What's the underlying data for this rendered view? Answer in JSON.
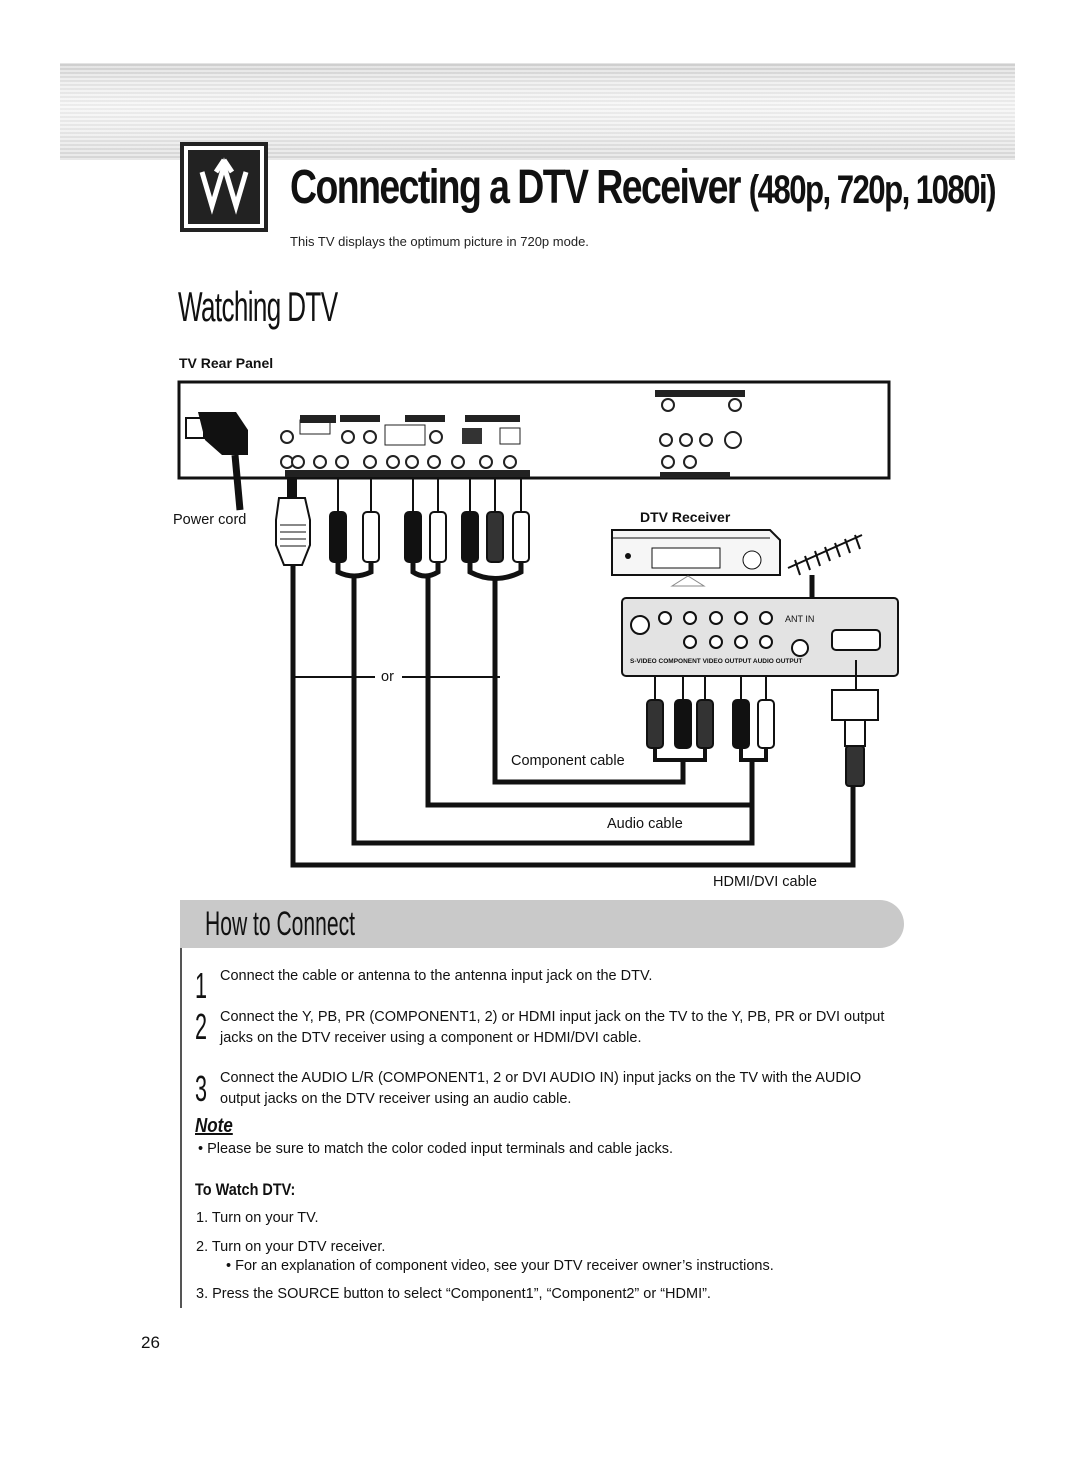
{
  "header": {
    "title": "Connecting a DTV Receiver",
    "title_paren": "(480p, 720p, 1080i)",
    "subtitle": "This TV displays the optimum picture in 720p mode."
  },
  "section": {
    "title": "Watching DTV"
  },
  "diagram": {
    "rear_panel_label": "TV Rear Panel",
    "power_cord_label": "Power cord",
    "dtv_receiver_label": "DTV Receiver",
    "or_label": "or",
    "component_cable_label": "Component cable",
    "audio_cable_label": "Audio cable",
    "hdmi_cable_label": "HDMI/DVI cable",
    "ant_in_label": "ANT IN",
    "receiver_jack_labels": "S-VIDEO COMPONENT VIDEO OUTPUT AUDIO OUTPUT"
  },
  "how_to": {
    "title": "How to Connect",
    "steps": [
      {
        "num": "1",
        "text": "Connect the cable or antenna to the antenna input jack on the DTV."
      },
      {
        "num": "2",
        "text": "Connect the Y, PB, PR (COMPONENT1, 2) or HDMI input jack on the TV to the Y, PB, PR or DVI output jacks on the DTV receiver using a component or HDMI/DVI cable."
      },
      {
        "num": "3",
        "text": "Connect the AUDIO L/R (COMPONENT1, 2 or DVI AUDIO IN) input jacks on the TV with the AUDIO output jacks on the DTV receiver using an audio cable."
      }
    ]
  },
  "note": {
    "heading": "Note",
    "text": "•  Please be sure to match the color coded input terminals and cable jacks."
  },
  "watch": {
    "heading": "To Watch DTV:",
    "items": [
      "1.   Turn on your TV.",
      "2.   Turn on your DTV receiver.",
      "• For an explanation of component video, see your DTV receiver owner’s instructions.",
      "3.   Press the SOURCE button to select “Component1”, “Component2” or “HDMI”."
    ]
  },
  "page_number": "26",
  "icons": [
    "up-down-arrows-icon",
    "power-plug-icon",
    "antenna-icon"
  ]
}
